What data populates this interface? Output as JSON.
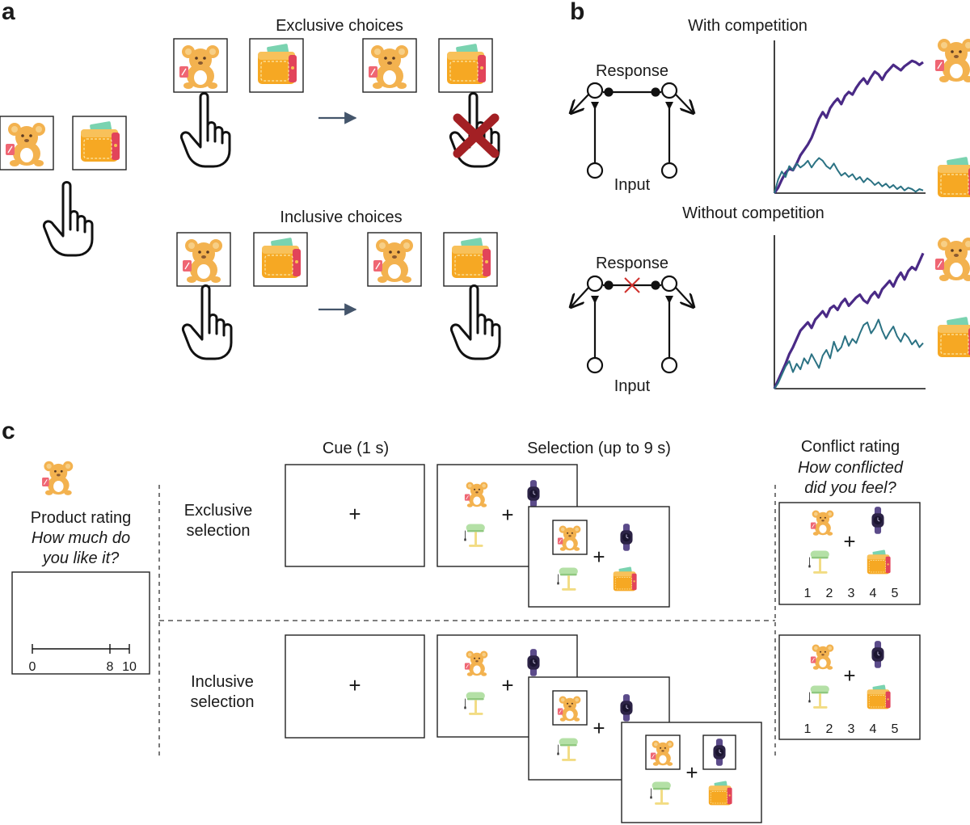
{
  "panels": {
    "a": "a",
    "b": "b",
    "c": "c"
  },
  "panel_a": {
    "exclusive_title": "Exclusive choices",
    "inclusive_title": "Inclusive choices"
  },
  "panel_b": {
    "with_title": "With competition",
    "without_title": "Without competition",
    "response_label": "Response",
    "input_label": "Input"
  },
  "panel_c": {
    "cue_title": "Cue (1 s)",
    "selection_title": "Selection (up to 9 s)",
    "conflict_title": "Conflict rating",
    "conflict_question_line1": "How conflicted",
    "conflict_question_line2": "did you feel?",
    "product_title": "Product rating",
    "product_question_line1": "How much do",
    "product_question_line2": "you like it?",
    "exclusive_line1": "Exclusive",
    "exclusive_line2": "selection",
    "inclusive_line1": "Inclusive",
    "inclusive_line2": "selection",
    "fixation": "+",
    "scale_ticks": [
      "0",
      "8",
      "10"
    ],
    "conflict_scale": [
      "1",
      "2",
      "3",
      "4",
      "5"
    ]
  },
  "colors": {
    "purple_trace": "#4a2a86",
    "teal_trace": "#2b7283",
    "red_cross": "#a32024",
    "arrow": "#44556b"
  },
  "icons": [
    "teddy-bear-icon",
    "wallet-icon",
    "watch-icon",
    "lamp-icon",
    "pointing-hand-icon",
    "cross-icon"
  ],
  "chart_data": [
    {
      "type": "line",
      "title": "With competition",
      "series": [
        {
          "values": [
            0,
            0.04,
            0.1,
            0.15,
            0.18,
            0.17,
            0.22,
            0.28,
            0.32,
            0.36,
            0.41,
            0.48,
            0.55,
            0.6,
            0.56,
            0.63,
            0.67,
            0.7,
            0.66,
            0.72,
            0.75,
            0.73,
            0.78,
            0.82,
            0.85,
            0.81,
            0.86,
            0.9,
            0.88,
            0.84,
            0.89,
            0.92,
            0.95,
            0.93,
            0.91,
            0.94,
            0.96,
            0.98,
            0.97,
            0.95,
            0.97
          ]
        },
        {
          "values": [
            0,
            0.1,
            0.16,
            0.12,
            0.2,
            0.17,
            0.22,
            0.19,
            0.21,
            0.24,
            0.19,
            0.23,
            0.26,
            0.24,
            0.2,
            0.18,
            0.22,
            0.17,
            0.13,
            0.15,
            0.12,
            0.14,
            0.1,
            0.12,
            0.08,
            0.11,
            0.09,
            0.06,
            0.08,
            0.05,
            0.07,
            0.04,
            0.06,
            0.03,
            0.05,
            0.02,
            0.04,
            0.03,
            0.01,
            0.03,
            0.02
          ]
        }
      ]
    },
    {
      "type": "line",
      "title": "Without competition",
      "series": [
        {
          "values": [
            0,
            0.06,
            0.12,
            0.18,
            0.25,
            0.3,
            0.36,
            0.42,
            0.45,
            0.48,
            0.44,
            0.5,
            0.53,
            0.56,
            0.52,
            0.58,
            0.6,
            0.57,
            0.62,
            0.65,
            0.6,
            0.63,
            0.66,
            0.68,
            0.64,
            0.62,
            0.67,
            0.7,
            0.66,
            0.72,
            0.75,
            0.78,
            0.74,
            0.8,
            0.84,
            0.79,
            0.85,
            0.88,
            0.86,
            0.92,
            0.98
          ]
        },
        {
          "values": [
            0,
            0.04,
            0.1,
            0.16,
            0.2,
            0.12,
            0.18,
            0.14,
            0.22,
            0.18,
            0.25,
            0.2,
            0.15,
            0.24,
            0.28,
            0.22,
            0.34,
            0.27,
            0.3,
            0.38,
            0.31,
            0.36,
            0.33,
            0.4,
            0.46,
            0.48,
            0.4,
            0.44,
            0.5,
            0.42,
            0.36,
            0.41,
            0.45,
            0.38,
            0.34,
            0.4,
            0.37,
            0.32,
            0.35,
            0.3,
            0.33
          ]
        }
      ]
    }
  ]
}
